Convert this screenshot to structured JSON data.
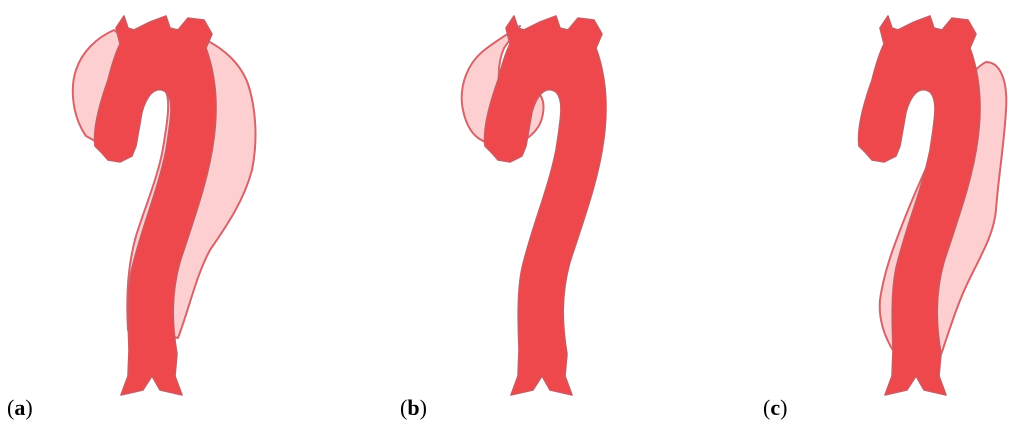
{
  "panels": [
    {
      "id": "a",
      "label_open": "(",
      "label_letter": "a",
      "label_close": ")"
    },
    {
      "id": "b",
      "label_open": "(",
      "label_letter": "b",
      "label_close": ")"
    },
    {
      "id": "c",
      "label_open": "(",
      "label_letter": "c",
      "label_close": ")"
    }
  ],
  "colors": {
    "aorta_fill": "#ee474c",
    "aorta_stroke": "#ce5a60",
    "false_lumen_fill": "#fdcfd1",
    "false_lumen_stroke": "#d6646a"
  }
}
